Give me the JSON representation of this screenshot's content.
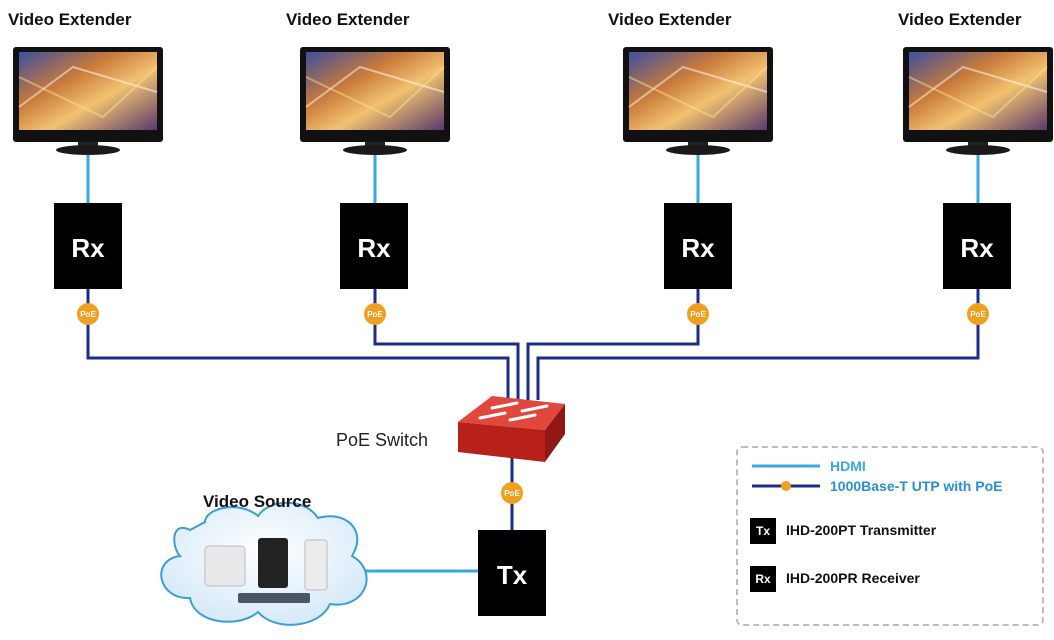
{
  "extenders": [
    {
      "title": "Video Extender",
      "receiver_label": "Rx",
      "poe_label": "PoE"
    },
    {
      "title": "Video Extender",
      "receiver_label": "Rx",
      "poe_label": "PoE"
    },
    {
      "title": "Video Extender",
      "receiver_label": "Rx",
      "poe_label": "PoE"
    },
    {
      "title": "Video Extender",
      "receiver_label": "Rx",
      "poe_label": "PoE"
    }
  ],
  "switch": {
    "label": "PoE Switch",
    "poe_label": "PoE"
  },
  "transmitter": {
    "label": "Tx"
  },
  "source": {
    "label": "Video Source"
  },
  "legend": {
    "hdmi": "HDMI",
    "utp": "1000Base-T UTP with PoE",
    "tx_badge": "Tx",
    "tx_desc": "IHD-200PT Transmitter",
    "rx_badge": "Rx",
    "rx_desc": "IHD-200PR Receiver"
  },
  "colors": {
    "hdmi_line": "#3aa8e0",
    "utp_line": "#1b2d8a",
    "poe_dot": "#f0a020",
    "switch_red": "#cc2b22",
    "box": "#000000"
  }
}
